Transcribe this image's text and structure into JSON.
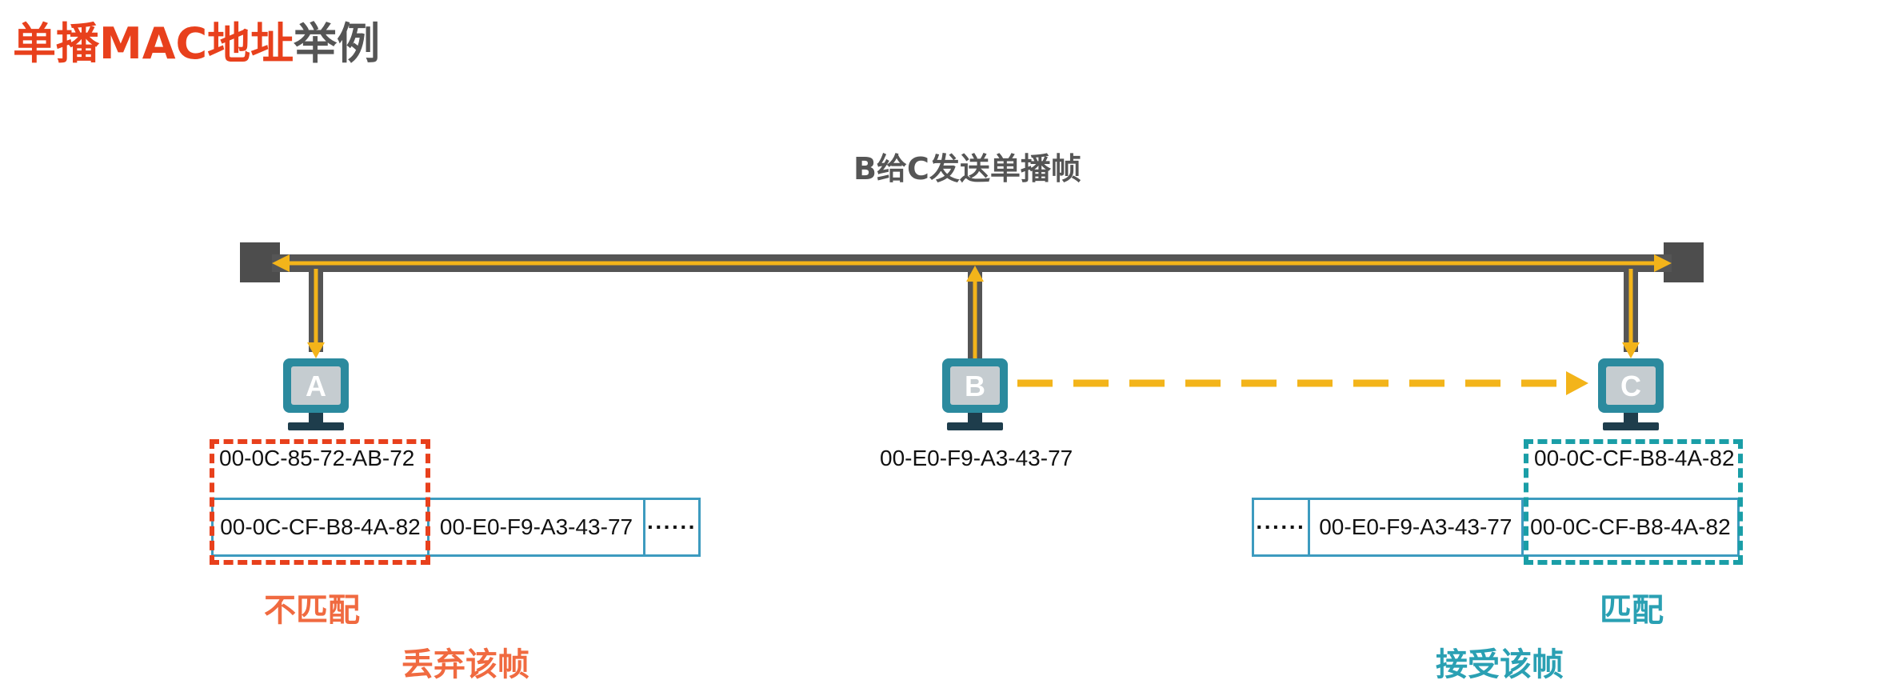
{
  "title": {
    "part1": "单播MAC地址",
    "part2": "举例"
  },
  "subtitle": "B给C发送单播帧",
  "colors": {
    "accent_red": "#e8401c",
    "match_teal": "#1a9ea7",
    "arrow_gold": "#f3b41a",
    "bus_gray": "#4d4d4d",
    "frame_blue": "#3d9bbf"
  },
  "hosts": {
    "a": {
      "letter": "A",
      "mac": "00-0C-85-72-AB-72"
    },
    "b": {
      "letter": "B",
      "mac": "00-E0-F9-A3-43-77"
    },
    "c": {
      "letter": "C",
      "mac": "00-0C-CF-B8-4A-82"
    }
  },
  "frame_left": {
    "dst": "00-0C-CF-B8-4A-82",
    "src": "00-E0-F9-A3-43-77",
    "rest": "······"
  },
  "frame_right": {
    "rest": "······",
    "src": "00-E0-F9-A3-43-77",
    "dst": "00-0C-CF-B8-4A-82"
  },
  "result_a": {
    "match": "不匹配",
    "action": "丢弃该帧"
  },
  "result_c": {
    "match": "匹配",
    "action": "接受该帧"
  }
}
